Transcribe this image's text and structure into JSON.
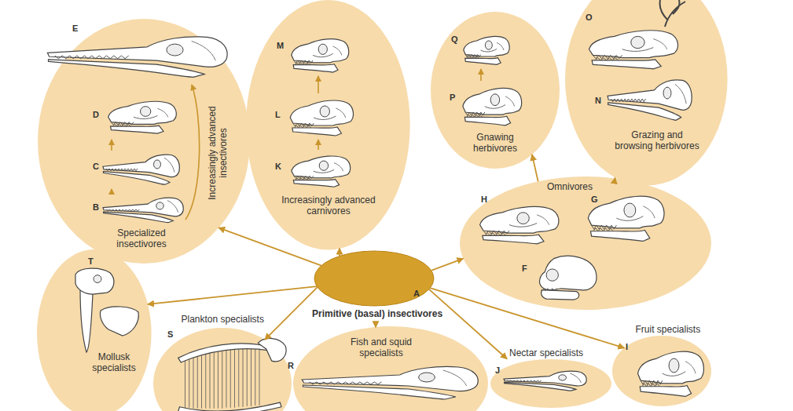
{
  "diagram": {
    "nodes": [
      {
        "text": [
          "Specialized insectivores",
          "Increasingly advanced insectivores"
        ]
      },
      {
        "text": [
          "Increasingly advanced carnivores"
        ]
      },
      {
        "text": [
          "Gnawing herbivores"
        ]
      },
      {
        "text": [
          "Grazing and browsing herbivores"
        ]
      },
      {
        "text": [
          "Omnivores"
        ]
      },
      {
        "text": [
          "Primitive (basal) insectivores"
        ]
      },
      {
        "text": [
          "Mollusk specialists"
        ]
      },
      {
        "text": [
          "Plankton specialists"
        ]
      },
      {
        "text": [
          "Fish and squid specialists"
        ]
      },
      {
        "text": [
          "Nectar specialists"
        ]
      },
      {
        "text": [
          "Fruit specialists"
        ]
      }
    ],
    "edges": [
      {
        "from": 5,
        "to": 0,
        "arrow": "to"
      },
      {
        "from": 5,
        "to": 1,
        "arrow": "to"
      },
      {
        "from": 5,
        "to": 4,
        "arrow": "to"
      },
      {
        "from": 5,
        "to": 6,
        "arrow": "to"
      },
      {
        "from": 5,
        "to": 7,
        "arrow": "to"
      },
      {
        "from": 5,
        "to": 8,
        "arrow": "to"
      },
      {
        "from": 5,
        "to": 9,
        "arrow": "to"
      },
      {
        "from": 5,
        "to": 10,
        "arrow": "to"
      },
      {
        "from": 4,
        "to": 2,
        "arrow": "to"
      },
      {
        "from": 4,
        "to": 3,
        "arrow": "to"
      }
    ],
    "labels": [
      "A",
      "B",
      "C",
      "D",
      "E",
      "F",
      "G",
      "H",
      "I",
      "J",
      "K",
      "L",
      "M",
      "N",
      "O",
      "P",
      "Q",
      "R",
      "S",
      "T"
    ]
  }
}
